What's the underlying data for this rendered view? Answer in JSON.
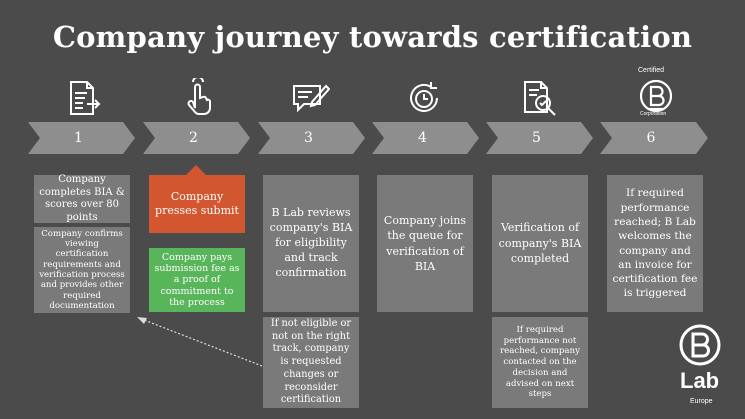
{
  "title": "Company journey towards certification",
  "steps": [
    {
      "number": "1",
      "icon": "document-arrow-icon"
    },
    {
      "number": "2",
      "icon": "hand-tap-icon"
    },
    {
      "number": "3",
      "icon": "chat-pen-icon"
    },
    {
      "number": "4",
      "icon": "clock-refresh-icon"
    },
    {
      "number": "5",
      "icon": "document-magnifier-icon"
    },
    {
      "number": "6",
      "icon": "b-corp-certified-icon"
    }
  ],
  "cert_badge": {
    "top": "Certified",
    "bottom": "Corporation"
  },
  "boxes": {
    "s1_top": "Company completes BIA & scores over 80 points",
    "s1_bottom": "Company confirms viewing certification requirements and verification process and provides other required documentation",
    "s2_top": "Company presses submit",
    "s2_bottom": "Company pays submission fee as a proof of commitment to the process",
    "s3_top": "B Lab reviews company's BIA for eligibility and track confirmation",
    "s3_bottom": "If not eligible or not on the right track, company is requested changes or reconsider certification",
    "s4": "Company joins the queue for verification of BIA",
    "s5_top": "Verification of company's BIA completed",
    "s5_bottom": "If required performance not reached, company contacted on the decision and advised on next steps",
    "s6": "If required performance reached; B Lab welcomes the company and an invoice for certification fee is triggered"
  },
  "logo": {
    "lab": "Lab",
    "region": "Europe"
  },
  "colors": {
    "background": "#4b4b4b",
    "arrow": "#8e8e8e",
    "box": "#7a7a7a",
    "orange": "#d2562f",
    "green": "#59b55a"
  }
}
